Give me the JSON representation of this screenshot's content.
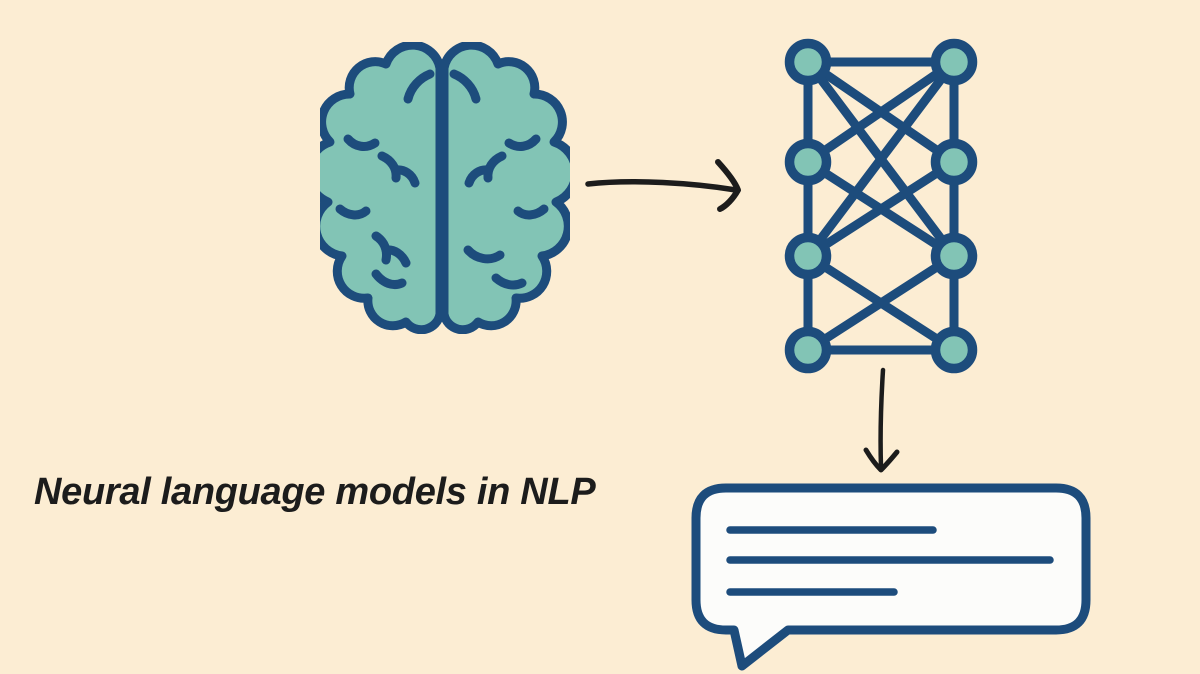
{
  "title": "Neural language models in NLP",
  "theme": {
    "bg": "#FCEDD3",
    "navy": "#1D4C7C",
    "teal": "#82C4B5",
    "ink": "#1C1C1C",
    "paper": "#FCFCFA"
  },
  "icons": [
    {
      "name": "brain-icon",
      "description": "teal human brain, top view, navy outline"
    },
    {
      "name": "arrow-right-icon",
      "description": "hand-drawn black arrow pointing right"
    },
    {
      "name": "neural-network-icon",
      "description": "network of 8 nodes in 2 columns of 4 with crossing connections"
    },
    {
      "name": "arrow-down-icon",
      "description": "hand-drawn black arrow pointing down"
    },
    {
      "name": "speech-bubble-icon",
      "description": "white speech bubble with placeholder text lines"
    }
  ],
  "network": {
    "columns": 2,
    "rows": 4,
    "node_count": 8
  },
  "speech_bubble": {
    "placeholder_line_count": 3
  }
}
